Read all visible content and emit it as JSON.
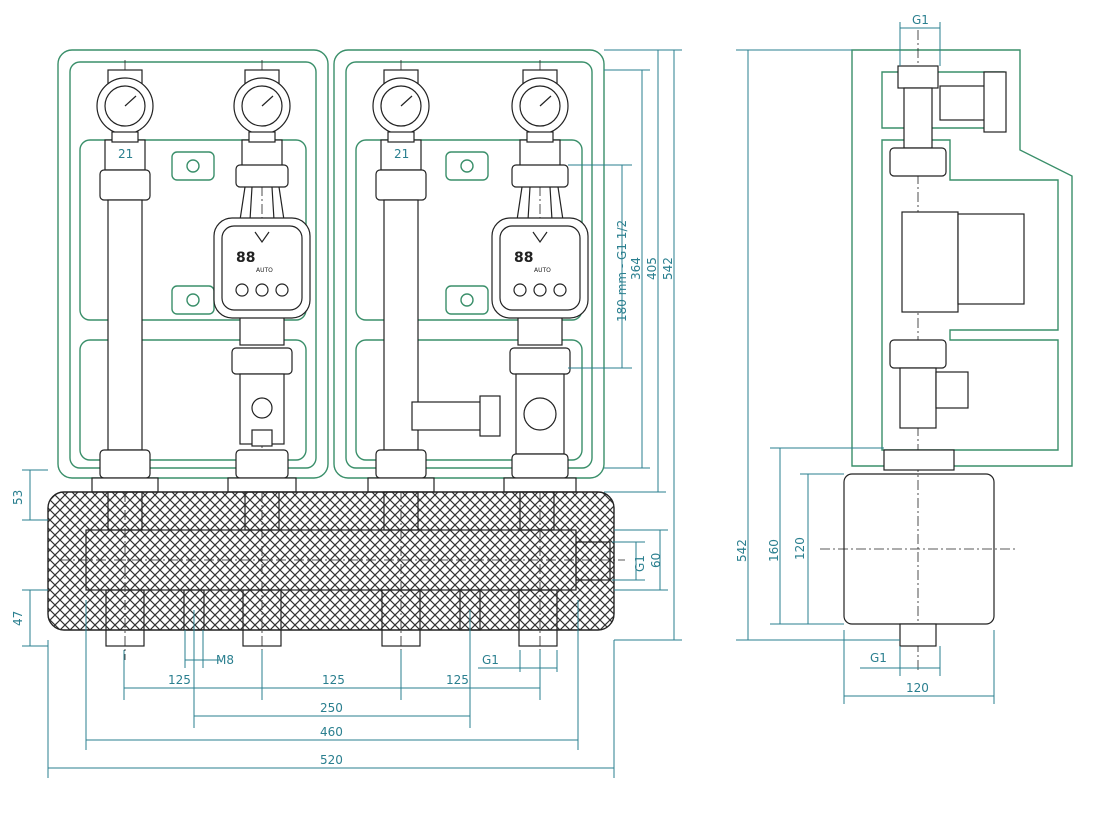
{
  "dimensions": {
    "d53": "53",
    "d47": "47",
    "d125a": "125",
    "d125b": "125",
    "d125c": "125",
    "dM8": "M8",
    "dG1a": "G1",
    "d250": "250",
    "d460": "460",
    "d520": "520",
    "dG1b": "G1",
    "d60": "60",
    "d180": "180 mm - G1 1/2",
    "d364": "364",
    "d405": "405",
    "d542a": "542",
    "sideG1top": "G1",
    "side542": "542",
    "side160": "160",
    "side120v": "120",
    "sideG1bot": "G1",
    "side120h": "120"
  },
  "pump": {
    "display": "88",
    "mode": "AUTO"
  },
  "pipe_mark": "21"
}
